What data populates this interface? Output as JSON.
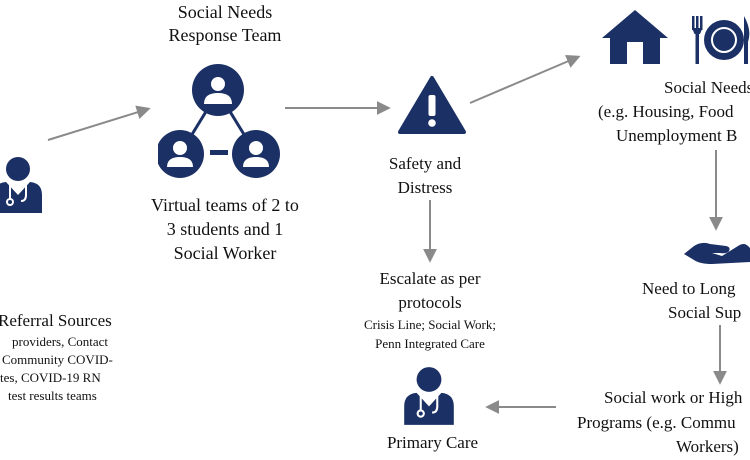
{
  "colors": {
    "navy": "#1B3065",
    "arrow": "#8a8a8a",
    "text": "#111111"
  },
  "icons": [
    "doctor-icon",
    "team-network-icon",
    "warning-triangle-icon",
    "house-icon",
    "fork-plate-knife-icon",
    "helping-hand-icon",
    "doctor-icon"
  ],
  "referral": {
    "title": "Referral Sources",
    "lines": [
      "providers, Contact",
      "Community COVID-",
      "tes, COVID-19 RN",
      "test results teams"
    ]
  },
  "team": {
    "title_lines": [
      "Social Needs",
      "Response Team"
    ],
    "desc_lines": [
      "Virtual teams of 2 to",
      "3 students and 1",
      "Social Worker"
    ]
  },
  "safety": {
    "title_lines": [
      "Safety and",
      "Distress"
    ]
  },
  "escalate": {
    "title_lines": [
      "Escalate as per",
      "protocols"
    ],
    "detail_lines": [
      "Crisis Line; Social Work;",
      "Penn Integrated Care"
    ]
  },
  "primary_care": {
    "label": "Primary Care"
  },
  "social_needs": {
    "lines": [
      "Social Needs",
      "(e.g. Housing, Food",
      "Unemployment B"
    ]
  },
  "support": {
    "lines": [
      "Need to Long",
      "Social Sup"
    ]
  },
  "programs": {
    "lines": [
      "Social work or High",
      "Programs (e.g. Commu",
      "Workers)"
    ]
  }
}
